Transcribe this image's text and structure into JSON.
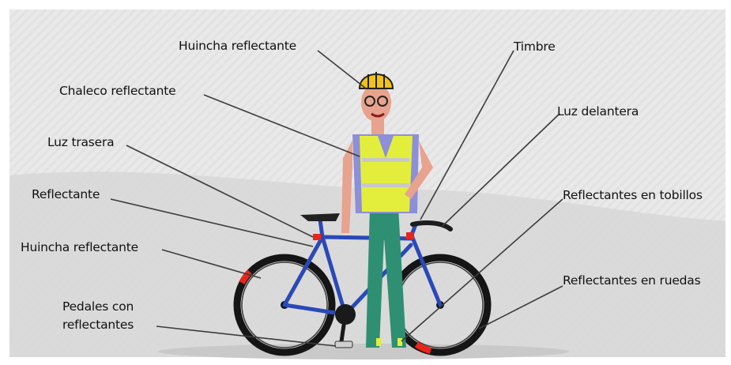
{
  "labels": {
    "huincha_top": "Huincha reflectante",
    "chaleco": "Chaleco reflectante",
    "luz_trasera": "Luz trasera",
    "reflectante": "Reflectante",
    "huincha_left": "Huincha reflectante",
    "pedales_line1": "Pedales con",
    "pedales_line2": "reflectantes",
    "timbre": "Timbre",
    "luz_delantera": "Luz delantera",
    "tobillos": "Reflectantes en tobillos",
    "ruedas": "Reflectantes en ruedas"
  },
  "colors": {
    "background_upper": "#e9e9e9",
    "background_lower": "#d9d9d9",
    "frame": "#2a49b8",
    "helmet": "#f2c21a",
    "vest": "#e3ee3c",
    "shirt": "#8d8fd8",
    "pants": "#2f8f72",
    "reflector_red": "#e8261c",
    "leader_line": "#3c3c3c"
  }
}
